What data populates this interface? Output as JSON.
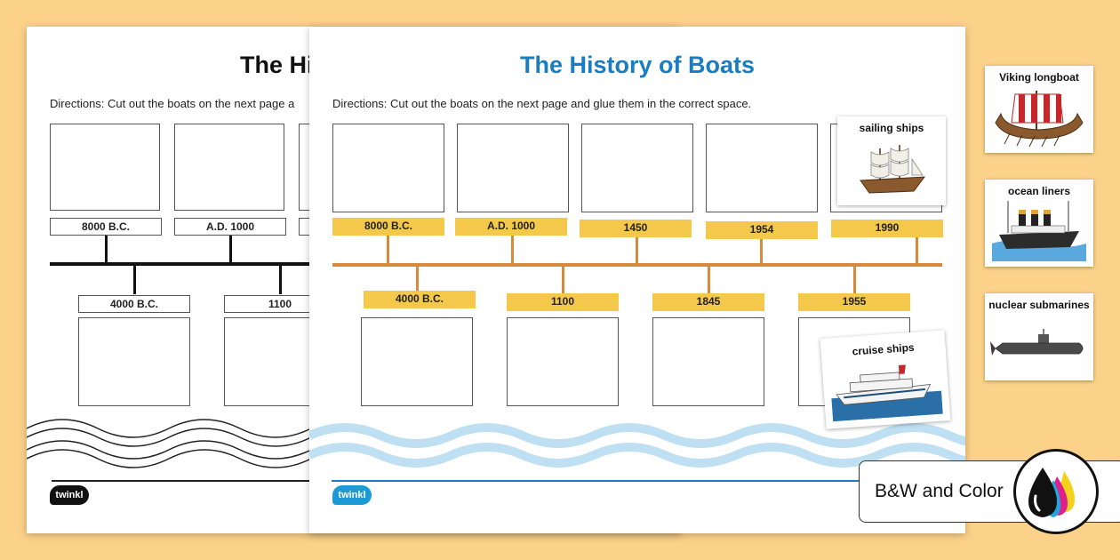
{
  "bw_sheet": {
    "title": "The Hi",
    "directions": "Directions: Cut out the boats on the next page a",
    "top_dates": [
      "8000 B.C.",
      "A.D. 1000"
    ],
    "bottom_dates": [
      "4000 B.C.",
      "1100"
    ],
    "logo": "twinkl"
  },
  "color_sheet": {
    "title": "The History of Boats",
    "directions": "Directions: Cut out the boats on the next page and glue them in the correct space.",
    "top_dates": [
      "8000 B.C.",
      "A.D. 1000",
      "1450",
      "1954",
      "1990"
    ],
    "bottom_dates": [
      "4000 B.C.",
      "1100",
      "1845",
      "1955"
    ],
    "logo": "twinkl",
    "accent": "#1b7dc1",
    "label_color": "#f4c84a",
    "timeline_color": "#d88a3c",
    "wave_color": "#bfe0f2"
  },
  "placed_cards": {
    "sailing": {
      "label": "sailing ships",
      "icon": "sailing-ship-icon"
    },
    "cruise": {
      "label": "cruise ships",
      "icon": "cruise-ship-icon"
    }
  },
  "side_cards": [
    {
      "label": "Viking longboat",
      "icon": "viking-longboat-icon"
    },
    {
      "label": "ocean liners",
      "icon": "ocean-liner-icon"
    },
    {
      "label": "nuclear submarines",
      "icon": "submarine-icon"
    }
  ],
  "badge": {
    "text": "B&W and Color",
    "icon": "ink-drops-icon"
  }
}
